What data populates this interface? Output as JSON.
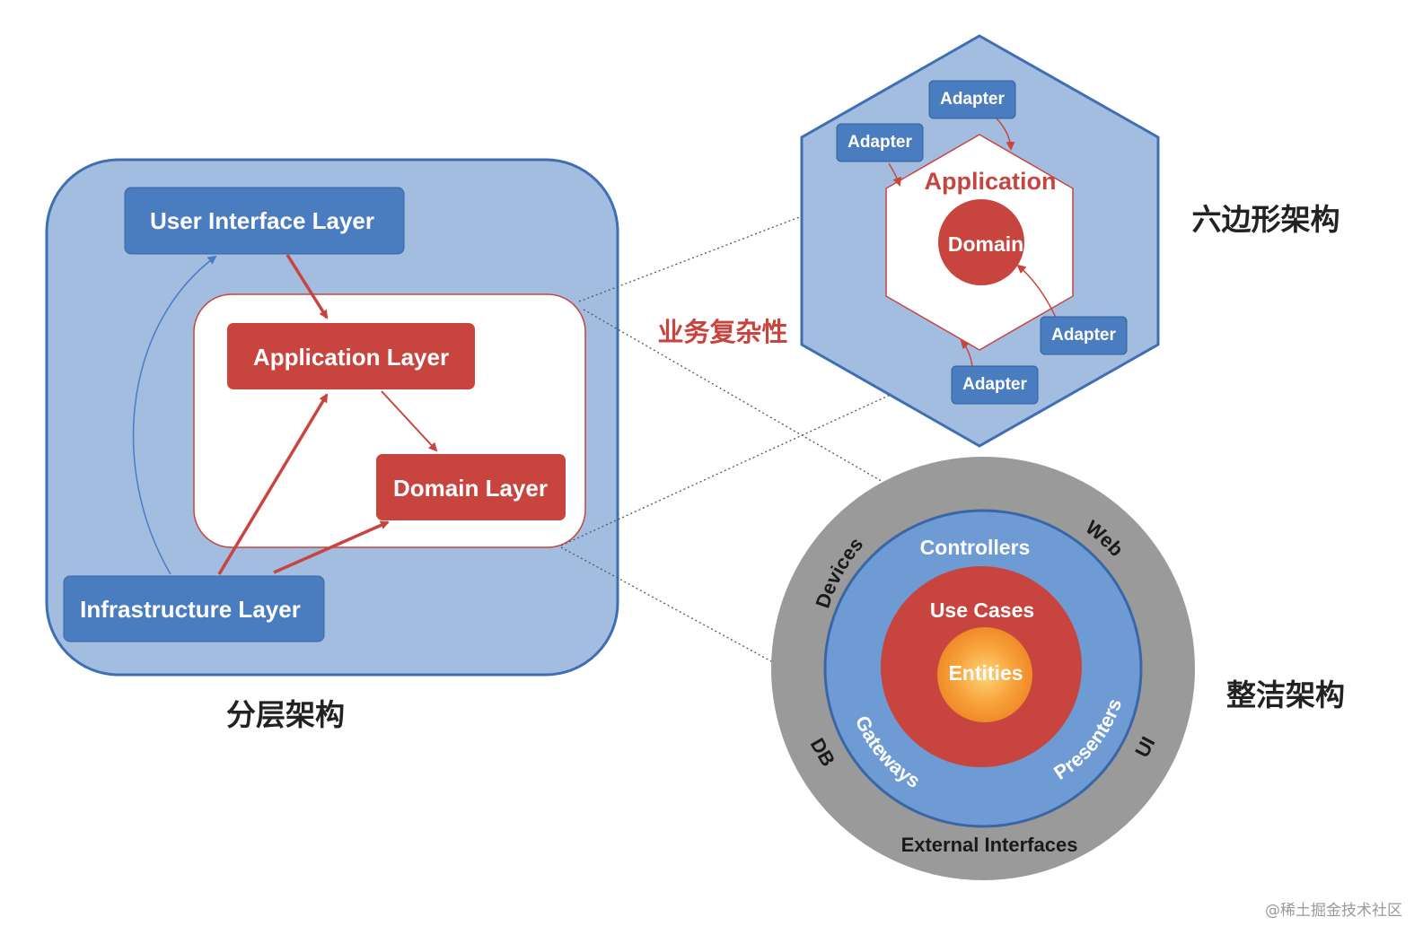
{
  "layered": {
    "caption": "分层架构",
    "user_interface": "User Interface Layer",
    "application": "Application Layer",
    "domain": "Domain Layer",
    "infrastructure": "Infrastructure Layer"
  },
  "hexagonal": {
    "caption": "六边形架构",
    "application": "Application",
    "domain": "Domain",
    "adapters": [
      "Adapter",
      "Adapter",
      "Adapter",
      "Adapter"
    ]
  },
  "business_complexity": "业务复杂性",
  "clean": {
    "caption": "整洁架构",
    "outer_labels": {
      "devices": "Devices",
      "web": "Web",
      "db": "DB",
      "ui": "UI",
      "external_interfaces": "External Interfaces"
    },
    "controllers": "Controllers",
    "gateways": "Gateways",
    "presenters": "Presenters",
    "use_cases": "Use Cases",
    "entities": "Entities"
  },
  "watermark": "@稀土掘金技术社区",
  "colors": {
    "blue_fill": "#a3bde0",
    "blue_box": "#4a7cc0",
    "red_box": "#c8453f",
    "gray_ring": "#9a9a9a",
    "orange_core": "#f5a040"
  }
}
